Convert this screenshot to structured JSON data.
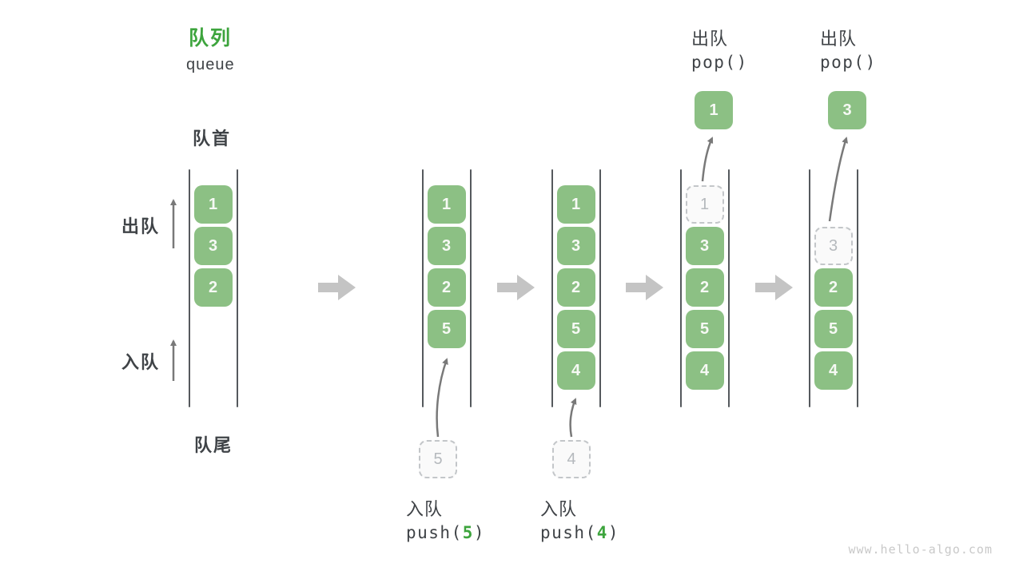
{
  "header": {
    "title_zh": "队列",
    "title_en": "queue"
  },
  "side_labels": {
    "front": "队首",
    "rear": "队尾",
    "dequeue": "出队",
    "enqueue": "入队"
  },
  "watermark": "www.hello-algo.com",
  "colors": {
    "box_green": "#8cc084",
    "title_green": "#3da43d",
    "arg_green": "#3da43d",
    "dark_text": "#3f4347",
    "wall_gray": "#55595d",
    "block_arrow_gray": "#c4c4c4",
    "thin_arrow_gray": "#797979",
    "dashed_gray": "#c3c6c9"
  },
  "states": [
    {
      "boxes": [
        {
          "slot": 0,
          "value": "1",
          "style": "solid"
        },
        {
          "slot": 1,
          "value": "3",
          "style": "solid"
        },
        {
          "slot": 2,
          "value": "2",
          "style": "solid"
        }
      ]
    },
    {
      "boxes": [
        {
          "slot": 0,
          "value": "1",
          "style": "solid"
        },
        {
          "slot": 1,
          "value": "3",
          "style": "solid"
        },
        {
          "slot": 2,
          "value": "2",
          "style": "solid"
        },
        {
          "slot": 3,
          "value": "5",
          "style": "solid"
        }
      ],
      "incoming": {
        "value": "5"
      },
      "operation": {
        "kind": "push",
        "label_zh": "入队",
        "code_before": "push(",
        "code_arg": "5",
        "code_after": ")"
      }
    },
    {
      "boxes": [
        {
          "slot": 0,
          "value": "1",
          "style": "solid"
        },
        {
          "slot": 1,
          "value": "3",
          "style": "solid"
        },
        {
          "slot": 2,
          "value": "2",
          "style": "solid"
        },
        {
          "slot": 3,
          "value": "5",
          "style": "solid"
        },
        {
          "slot": 4,
          "value": "4",
          "style": "solid"
        }
      ],
      "incoming": {
        "value": "4"
      },
      "operation": {
        "kind": "push",
        "label_zh": "入队",
        "code_before": "push(",
        "code_arg": "4",
        "code_after": ")"
      }
    },
    {
      "boxes": [
        {
          "slot": 0,
          "value": "1",
          "style": "dashed"
        },
        {
          "slot": 1,
          "value": "3",
          "style": "solid"
        },
        {
          "slot": 2,
          "value": "2",
          "style": "solid"
        },
        {
          "slot": 3,
          "value": "5",
          "style": "solid"
        },
        {
          "slot": 4,
          "value": "4",
          "style": "solid"
        }
      ],
      "popped": {
        "value": "1"
      },
      "operation": {
        "kind": "pop",
        "label_zh": "出队",
        "code_before": "pop(",
        "code_arg": "",
        "code_after": ")"
      }
    },
    {
      "boxes": [
        {
          "slot": 1,
          "value": "3",
          "style": "dashed"
        },
        {
          "slot": 2,
          "value": "2",
          "style": "solid"
        },
        {
          "slot": 3,
          "value": "5",
          "style": "solid"
        },
        {
          "slot": 4,
          "value": "4",
          "style": "solid"
        }
      ],
      "popped": {
        "value": "3"
      },
      "operation": {
        "kind": "pop",
        "label_zh": "出队",
        "code_before": "pop(",
        "code_arg": "",
        "code_after": ")"
      }
    }
  ]
}
